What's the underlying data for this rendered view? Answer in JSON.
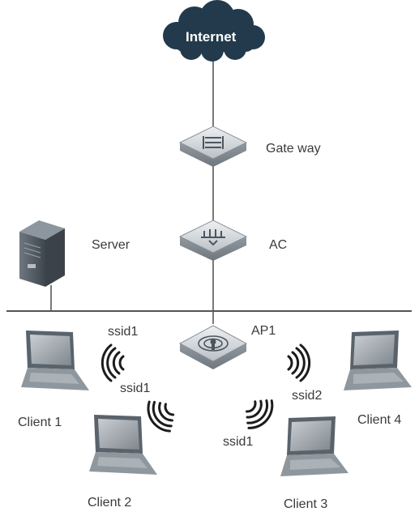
{
  "nodes": {
    "internet": "Internet",
    "gateway": "Gate way",
    "ac": "AC",
    "server": "Server",
    "ap": "AP1",
    "client1": "Client 1",
    "client2": "Client 2",
    "client3": "Client 3",
    "client4": "Client 4"
  },
  "wireless": {
    "ssid_client1": "ssid1",
    "ssid_client2": "ssid1",
    "ssid_client3": "ssid1",
    "ssid_client4": "ssid2"
  },
  "colors": {
    "cloud": "#223a4c",
    "device_top": "#d5d9dd",
    "device_side": "#8f979f",
    "line": "#7a7a7a",
    "bus": "#555555",
    "wave": "#1c1c1c"
  }
}
